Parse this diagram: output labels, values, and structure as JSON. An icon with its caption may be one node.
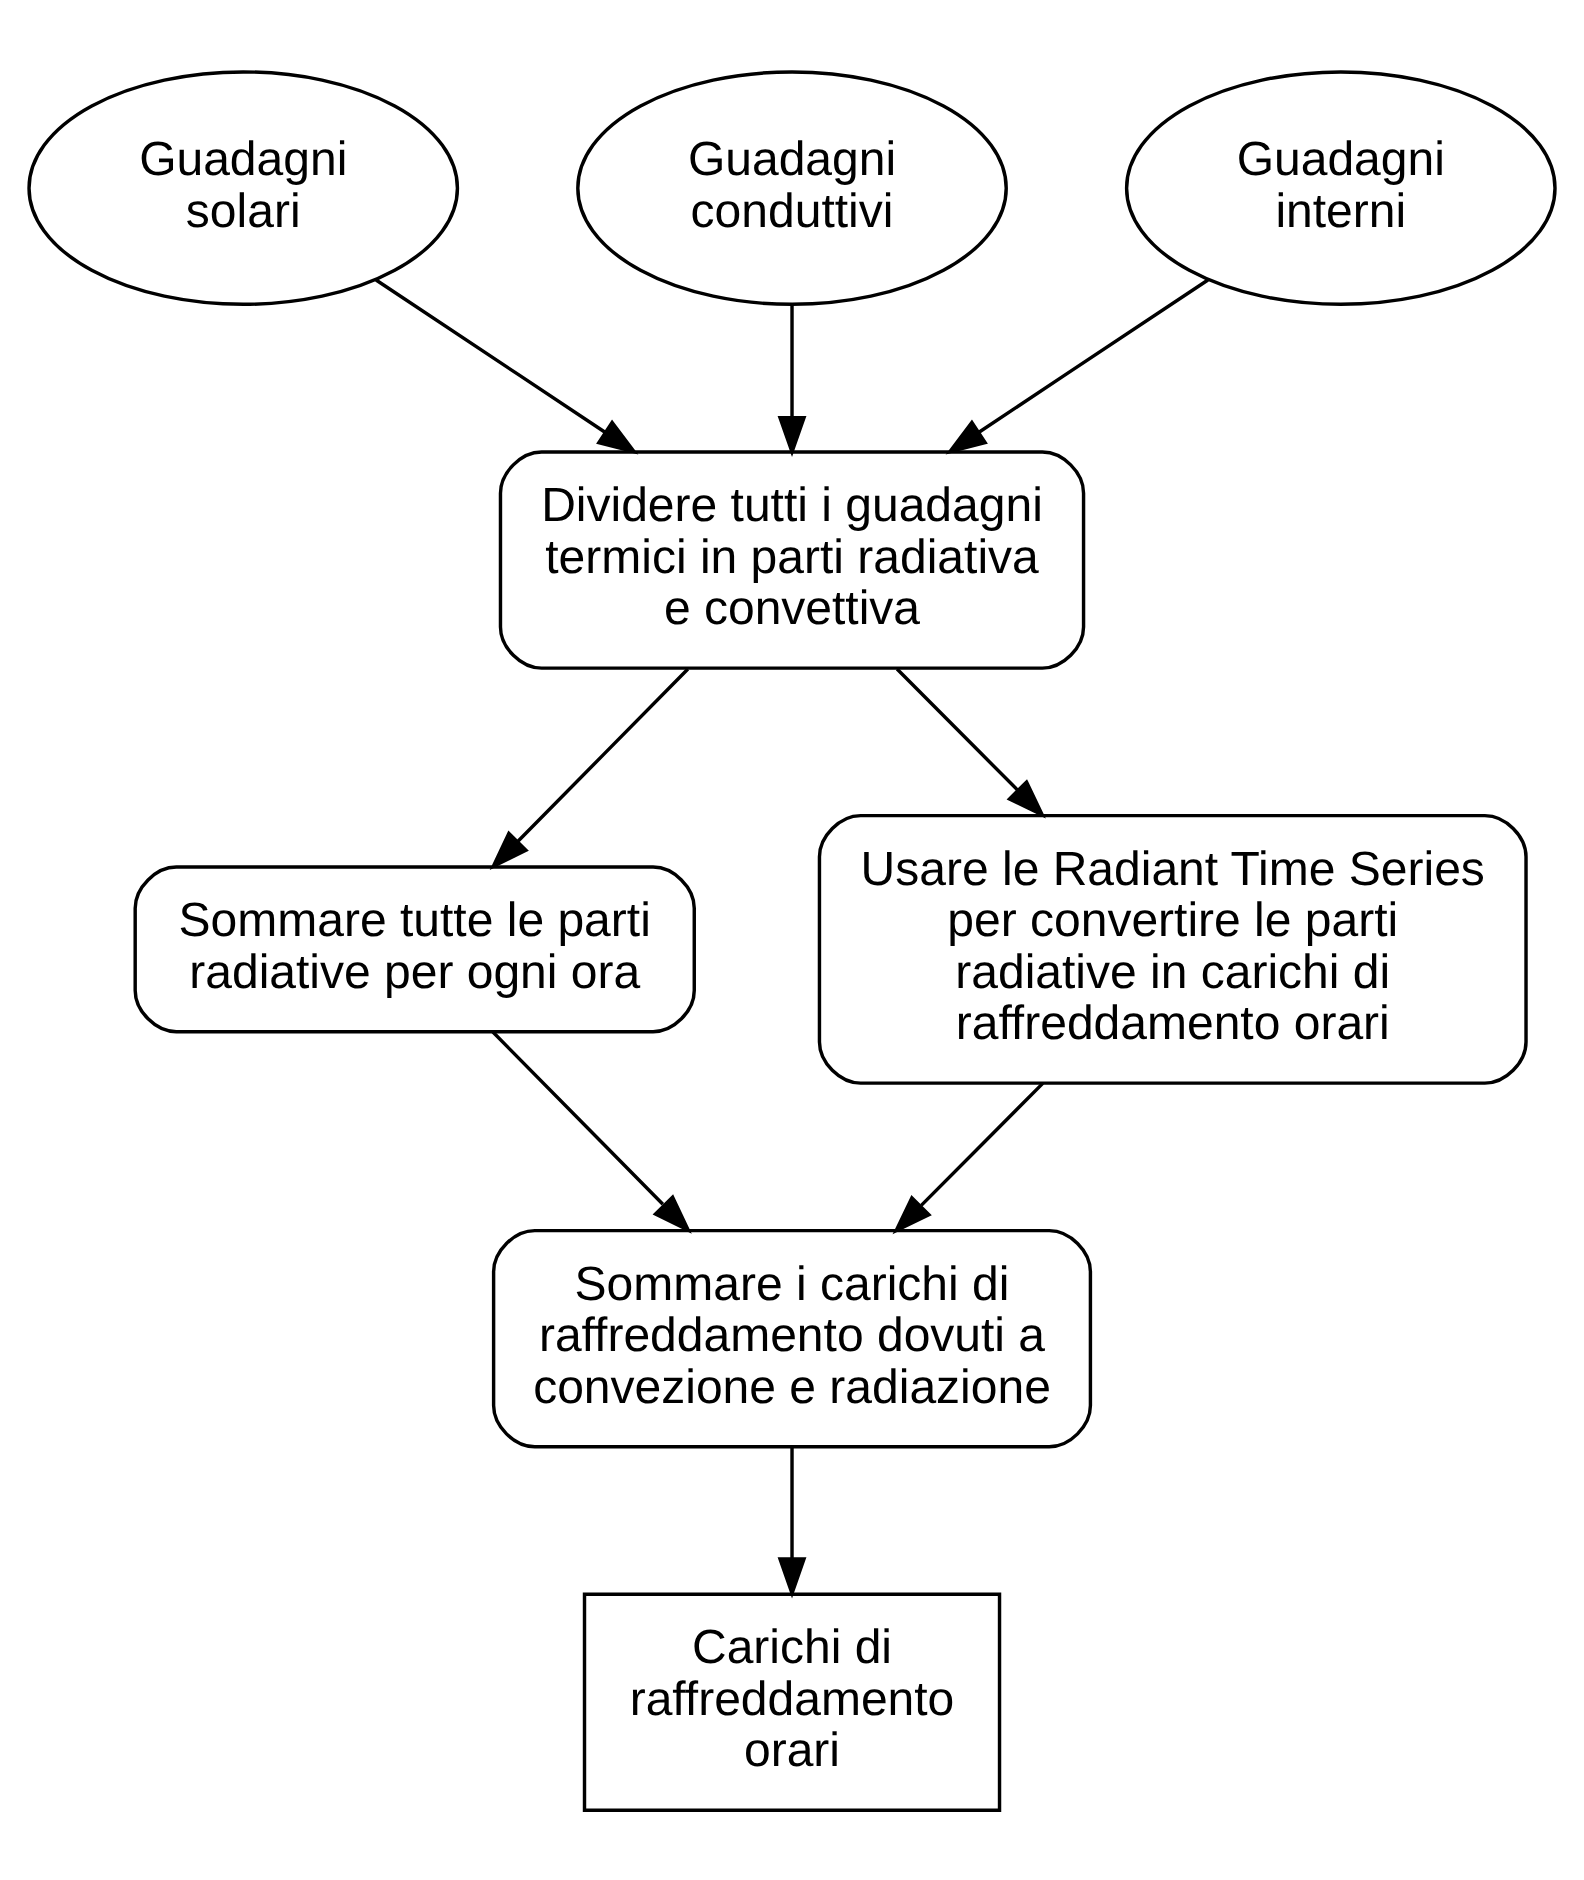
{
  "diagram": {
    "nodes": [
      {
        "text": [
          "Guadagni solari"
        ]
      },
      {
        "text": [
          "Guadagni conduttivi"
        ]
      },
      {
        "text": [
          "Guadagni interni"
        ]
      },
      {
        "text": [
          "Dividere tutti i guadagni termici in parti radiativa e convettiva"
        ]
      },
      {
        "text": [
          "Sommare tutte le parti radiative per ogni ora"
        ]
      },
      {
        "text": [
          "Usare le Radiant Time Series per convertire le parti radiative in carichi di raffreddamento orari"
        ]
      },
      {
        "text": [
          "Sommare i carichi di raffreddamento dovuti a convezione e radiazione"
        ]
      },
      {
        "text": [
          "Carichi di raffreddamento orari"
        ]
      }
    ],
    "edges": [
      {
        "from": 0,
        "to": 3,
        "arrow": "to"
      },
      {
        "from": 1,
        "to": 3,
        "arrow": "to"
      },
      {
        "from": 2,
        "to": 3,
        "arrow": "to"
      },
      {
        "from": 3,
        "to": 4,
        "arrow": "to"
      },
      {
        "from": 3,
        "to": 5,
        "arrow": "to"
      },
      {
        "from": 4,
        "to": 6,
        "arrow": "to"
      },
      {
        "from": 5,
        "to": 6,
        "arrow": "to"
      },
      {
        "from": 6,
        "to": 7,
        "arrow": "to"
      }
    ]
  }
}
